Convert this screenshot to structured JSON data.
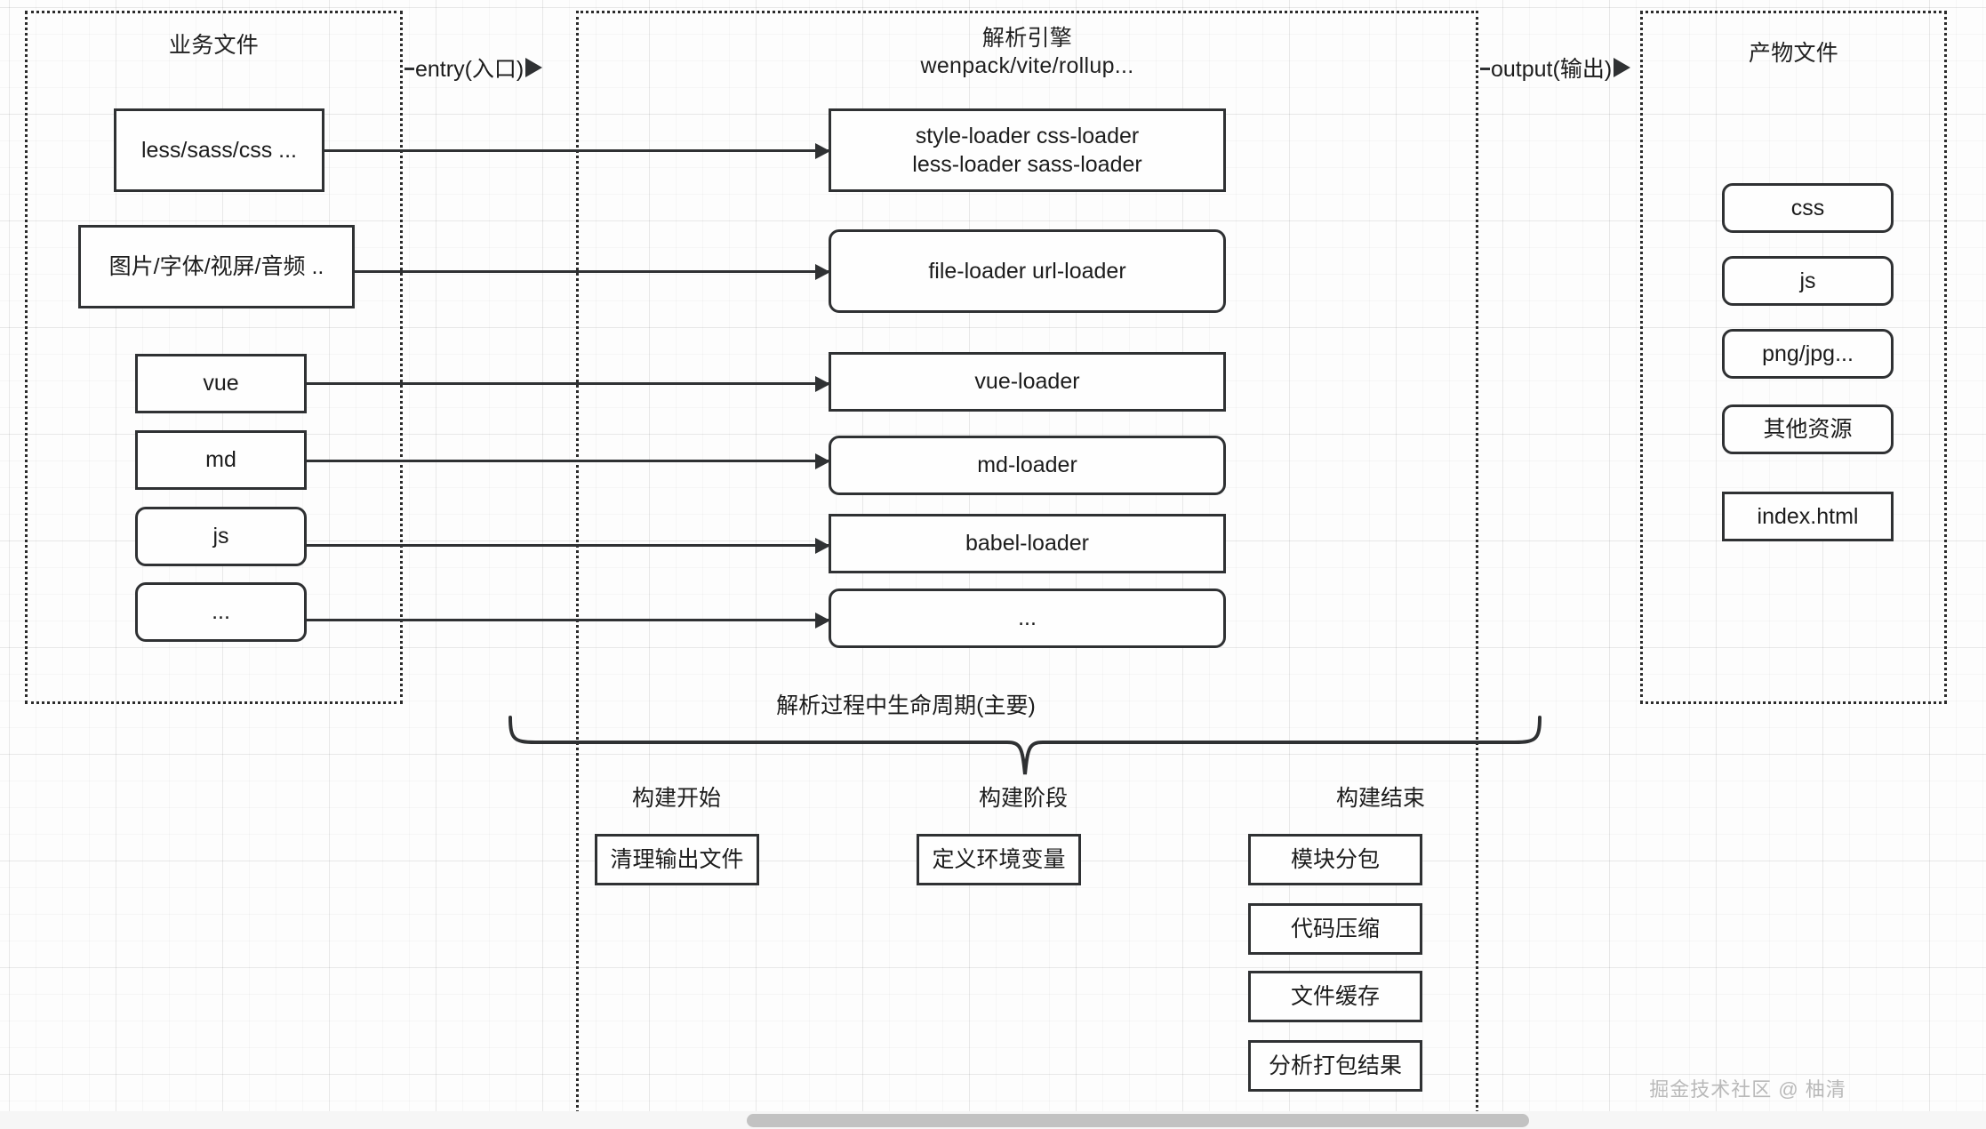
{
  "groups": {
    "source": {
      "title": "业务文件"
    },
    "engine": {
      "title": "解析引擎\nwenpack/vite/rollup..."
    },
    "output": {
      "title": "产物文件"
    }
  },
  "edges": {
    "entry_label": "entry(入口)",
    "output_label": "output(输出)"
  },
  "source_files": [
    {
      "label": "less/sass/css ..."
    },
    {
      "label": "图片/字体/视屏/音频 .."
    },
    {
      "label": "vue"
    },
    {
      "label": "md"
    },
    {
      "label": "js"
    },
    {
      "label": "..."
    }
  ],
  "loaders": [
    {
      "label": "style-loader   css-loader\nless-loader  sass-loader"
    },
    {
      "label": "file-loader   url-loader"
    },
    {
      "label": "vue-loader"
    },
    {
      "label": "md-loader"
    },
    {
      "label": "babel-loader"
    },
    {
      "label": "..."
    }
  ],
  "artifacts": [
    {
      "label": "css"
    },
    {
      "label": "js"
    },
    {
      "label": "png/jpg..."
    },
    {
      "label": "其他资源"
    },
    {
      "label": "index.html"
    }
  ],
  "lifecycle": {
    "title": "解析过程中生命周期(主要)",
    "phases": [
      {
        "name": "构建开始",
        "items": [
          {
            "label": "清理输出文件"
          }
        ]
      },
      {
        "name": "构建阶段",
        "items": [
          {
            "label": "定义环境变量"
          }
        ]
      },
      {
        "name": "构建结束",
        "items": [
          {
            "label": "模块分包"
          },
          {
            "label": "代码压缩"
          },
          {
            "label": "文件缓存"
          },
          {
            "label": "分析打包结果"
          }
        ]
      }
    ]
  },
  "watermark": "掘金技术社区 @ 柚清",
  "colors": {
    "stroke": "#2f3133",
    "text": "#1c1c1c",
    "grid": "#e8e8e8",
    "watermark": "#b9b9b9"
  }
}
